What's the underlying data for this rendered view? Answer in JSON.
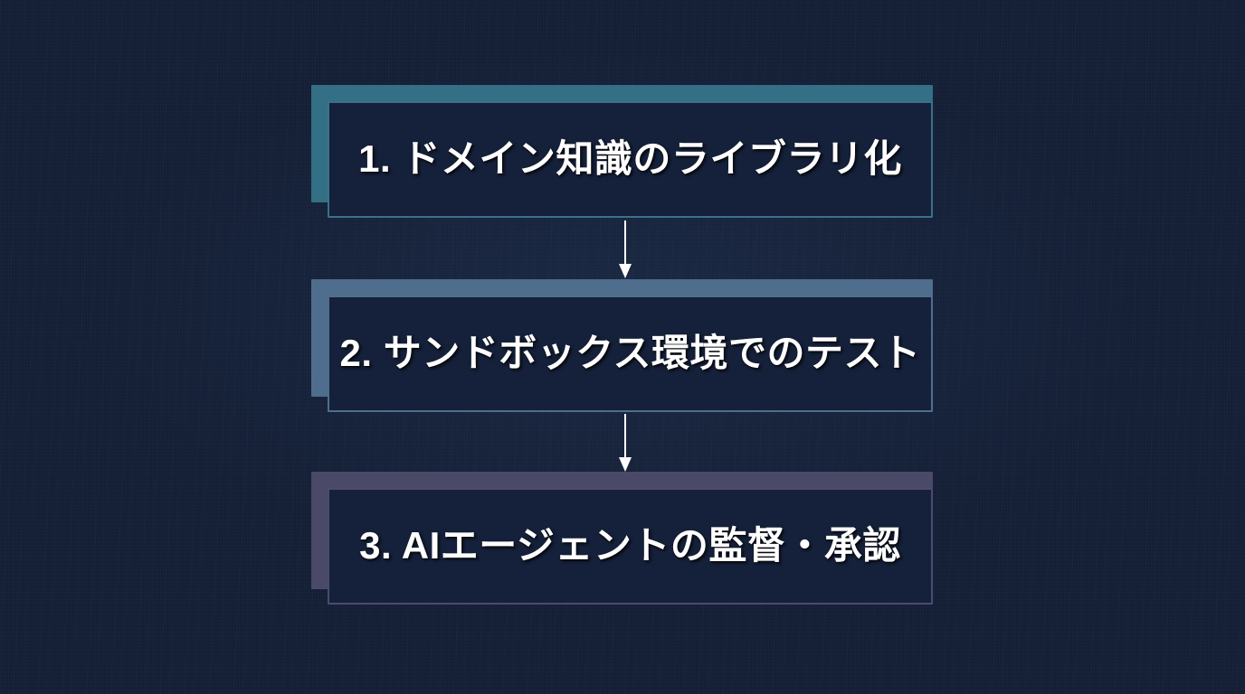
{
  "theme": {
    "background": "#141f36",
    "box_fill": "#15203a",
    "text_color": "#ffffff",
    "arrow_color": "#ffffff"
  },
  "diagram": {
    "type": "vertical-flowchart",
    "orientation": "top-to-bottom",
    "step_count": 3,
    "steps": [
      {
        "number": "1",
        "label": "1. ドメイン知識のライブラリ化",
        "accent_color": "#336f85",
        "border_color": "#3b7189"
      },
      {
        "number": "2",
        "label": "2. サンドボックス環境でのテスト",
        "accent_color": "#4f6d8c",
        "border_color": "#4e6f8d"
      },
      {
        "number": "3",
        "label": "3. AIエージェントの監督・承認",
        "accent_color": "#4a4a68",
        "border_color": "#4c4c6b"
      }
    ],
    "connectors": [
      {
        "icon": "down-arrow-icon",
        "from": "1",
        "to": "2"
      },
      {
        "icon": "down-arrow-icon",
        "from": "2",
        "to": "3"
      }
    ]
  }
}
